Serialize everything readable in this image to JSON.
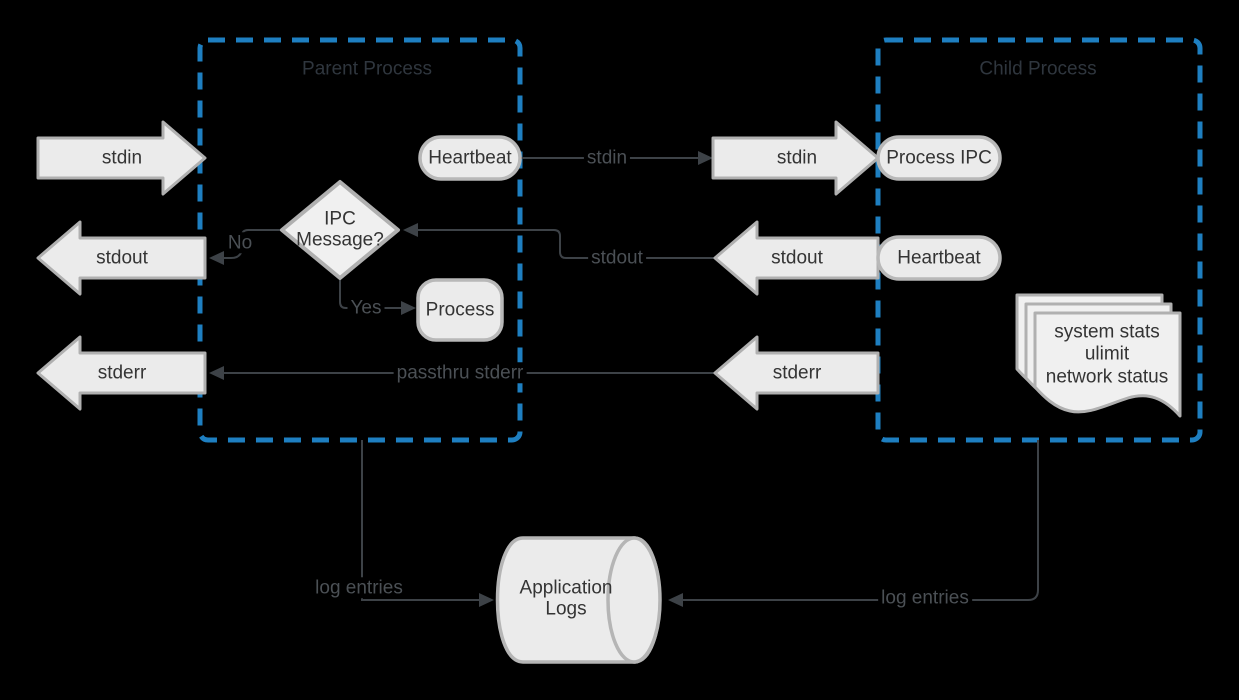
{
  "colors": {
    "background": "#000000",
    "container_border": "#1e7fc1",
    "shape_fill": "#ebebeb",
    "shape_border": "#b0b0b0",
    "connector": "#3d4247",
    "edge_label_text": "#4b5055",
    "shape_text": "#343434",
    "title_text": "#2f363e"
  },
  "parent": {
    "title": "Parent Process",
    "stdin_label": "stdin",
    "stdout_label": "stdout",
    "stderr_label": "stderr",
    "heartbeat": "Heartbeat",
    "decision": "IPC Message?",
    "process": "Process"
  },
  "child": {
    "title": "Child Process",
    "stdin_label": "stdin",
    "stdout_label": "stdout",
    "stderr_label": "stderr",
    "process_ipc": "Process IPC",
    "heartbeat": "Heartbeat",
    "document_lines": [
      "system stats",
      "ulimit",
      "network status"
    ]
  },
  "datastore": {
    "label": "Application Logs"
  },
  "edges": {
    "stdin_label": "stdin",
    "stdout_label": "stdout",
    "no_label": "No",
    "yes_label": "Yes",
    "passthru_label": "passthru stderr",
    "log_left_label": "log entries",
    "log_right_label": "log entries"
  }
}
